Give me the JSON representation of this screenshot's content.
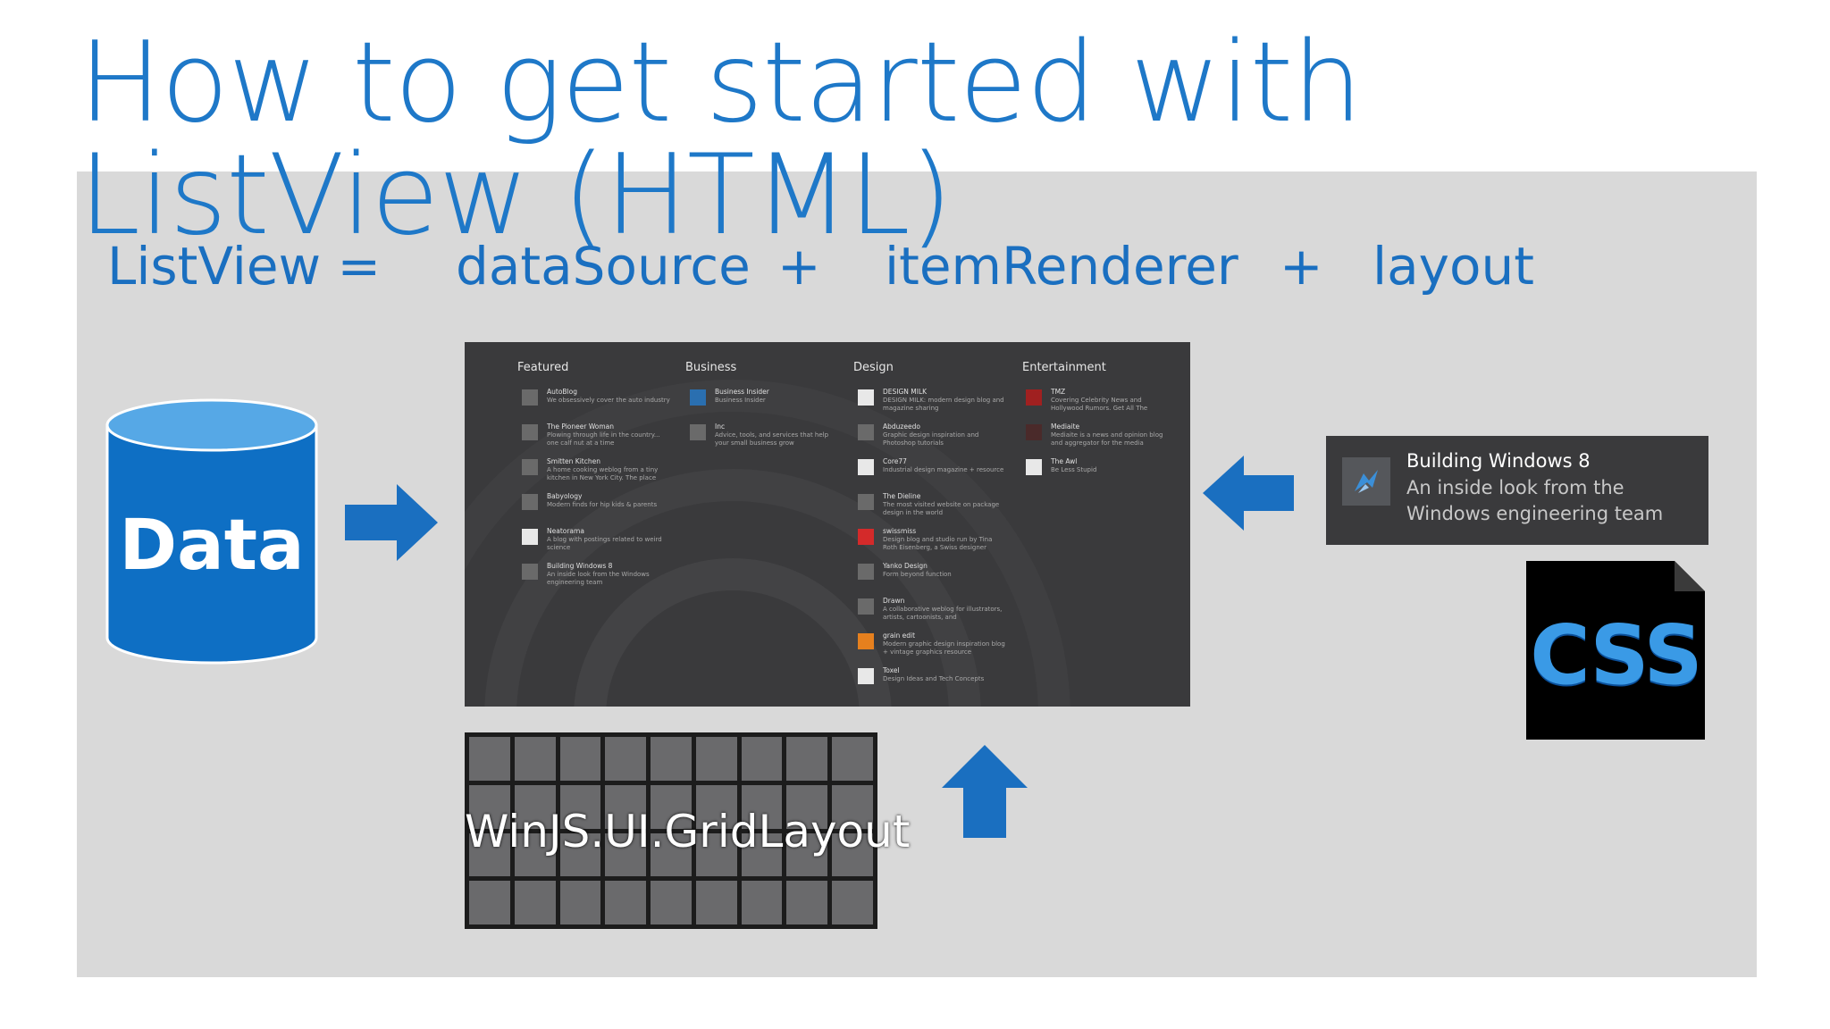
{
  "slide": {
    "title": "How to get started with ListView (HTML)",
    "formula": {
      "listview": "ListView =",
      "datasource": "dataSource",
      "plus1": "+",
      "itemrenderer": "itemRenderer",
      "plus2": "+",
      "layout": "layout"
    },
    "data_label": "Data",
    "grid_label": "WinJS.UI.GridLayout",
    "tile": {
      "title": "Building Windows 8",
      "subtitle": "An inside look from the Windows engineering team"
    },
    "css_label": "CSS",
    "colors": {
      "accent": "#1e78c8",
      "panel": "#d9d9d9",
      "dark": "#3a3a3c",
      "arrow": "#1a6fc0"
    }
  },
  "screenshot": {
    "columns": [
      {
        "header": "Featured",
        "items": [
          {
            "t": "AutoBlog",
            "d": "We obsessively cover the auto industry"
          },
          {
            "t": "The Pioneer Woman",
            "d": "Plowing through life in the country... one calf nut at a time"
          },
          {
            "t": "Smitten Kitchen",
            "d": "A home cooking weblog from a tiny kitchen in New York City. The place"
          },
          {
            "t": "Babyology",
            "d": "Modern finds for hip kids & parents"
          },
          {
            "t": "Neatorama",
            "d": "A blog with postings related to weird science"
          },
          {
            "t": "Building Windows 8",
            "d": "An inside look from the Windows engineering team"
          }
        ]
      },
      {
        "header": "Business",
        "items": [
          {
            "t": "Business Insider",
            "d": "Business Insider"
          },
          {
            "t": "Inc",
            "d": "Advice, tools, and services that help your small business grow"
          }
        ]
      },
      {
        "header": "Design",
        "items": [
          {
            "t": "DESIGN MILK",
            "d": "DESIGN MILK: modern design blog and magazine sharing"
          },
          {
            "t": "Abduzeedo",
            "d": "Graphic design inspiration and Photoshop tutorials"
          },
          {
            "t": "Core77",
            "d": "Industrial design magazine + resource"
          },
          {
            "t": "The Dieline",
            "d": "The most visited website on package design in the world"
          },
          {
            "t": "swissmiss",
            "d": "Design blog and studio run by Tina Roth Eisenberg, a Swiss designer"
          },
          {
            "t": "Yanko Design",
            "d": "Form beyond function"
          },
          {
            "t": "Drawn",
            "d": "A collaborative weblog for illustrators, artists, cartoonists, and"
          },
          {
            "t": "grain edit",
            "d": "Modern graphic design inspiration blog + vintage graphics resource"
          },
          {
            "t": "Toxel",
            "d": "Design Ideas and Tech Concepts"
          }
        ]
      },
      {
        "header": "Entertainment",
        "items": [
          {
            "t": "TMZ",
            "d": "Covering Celebrity News and Hollywood Rumors. Get All The"
          },
          {
            "t": "Mediaite",
            "d": "Mediaite is a news and opinion blog and aggregator for the media"
          },
          {
            "t": "The Awl",
            "d": "Be Less Stupid"
          }
        ]
      }
    ]
  }
}
